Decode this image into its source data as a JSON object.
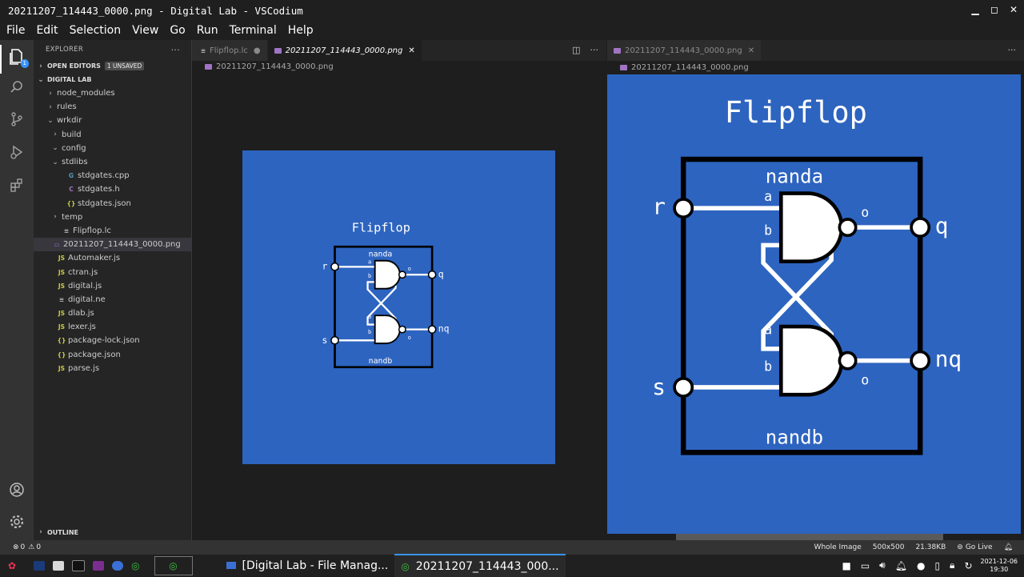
{
  "window": {
    "title": "20211207_114443_0000.png - Digital Lab - VSCodium"
  },
  "menu": [
    "File",
    "Edit",
    "Selection",
    "View",
    "Go",
    "Run",
    "Terminal",
    "Help"
  ],
  "activity": {
    "notification_count": "1"
  },
  "sidebar": {
    "header": "EXPLORER",
    "open_editors": "OPEN EDITORS",
    "unsaved_badge": "1 UNSAVED",
    "workspace": "DIGITAL LAB",
    "outline": "OUTLINE",
    "tree": [
      {
        "label": "node_modules",
        "indent": 1,
        "twisty": "›",
        "icon": "",
        "icon_color": ""
      },
      {
        "label": "rules",
        "indent": 1,
        "twisty": "›",
        "icon": "",
        "icon_color": ""
      },
      {
        "label": "wrkdir",
        "indent": 1,
        "twisty": "⌄",
        "icon": "",
        "icon_color": ""
      },
      {
        "label": "build",
        "indent": 2,
        "twisty": "›",
        "icon": "",
        "icon_color": ""
      },
      {
        "label": "config",
        "indent": 2,
        "twisty": "⌄",
        "icon": "",
        "icon_color": ""
      },
      {
        "label": "stdlibs",
        "indent": 2,
        "twisty": "⌄",
        "icon": "",
        "icon_color": ""
      },
      {
        "label": "stdgates.cpp",
        "indent": 3,
        "twisty": "",
        "icon": "G",
        "icon_color": "#519aba"
      },
      {
        "label": "stdgates.h",
        "indent": 3,
        "twisty": "",
        "icon": "C",
        "icon_color": "#a074c4"
      },
      {
        "label": "stdgates.json",
        "indent": 3,
        "twisty": "",
        "icon": "{}",
        "icon_color": "#cbcb41"
      },
      {
        "label": "temp",
        "indent": 2,
        "twisty": "›",
        "icon": "",
        "icon_color": ""
      },
      {
        "label": "Flipflop.lc",
        "indent": 2,
        "twisty": "",
        "icon": "≡",
        "icon_color": "#bbbbbb"
      },
      {
        "label": "20211207_114443_0000.png",
        "indent": 0,
        "twisty": "",
        "icon": "▭",
        "icon_color": "#a074c4",
        "selected": true
      },
      {
        "label": "Automaker.js",
        "indent": 1,
        "twisty": "",
        "icon": "JS",
        "icon_color": "#cbcb41"
      },
      {
        "label": "ctran.js",
        "indent": 1,
        "twisty": "",
        "icon": "JS",
        "icon_color": "#cbcb41"
      },
      {
        "label": "digital.js",
        "indent": 1,
        "twisty": "",
        "icon": "JS",
        "icon_color": "#cbcb41"
      },
      {
        "label": "digital.ne",
        "indent": 1,
        "twisty": "",
        "icon": "≡",
        "icon_color": "#bbbbbb"
      },
      {
        "label": "dlab.js",
        "indent": 1,
        "twisty": "",
        "icon": "JS",
        "icon_color": "#cbcb41"
      },
      {
        "label": "lexer.js",
        "indent": 1,
        "twisty": "",
        "icon": "JS",
        "icon_color": "#cbcb41"
      },
      {
        "label": "package-lock.json",
        "indent": 1,
        "twisty": "",
        "icon": "{}",
        "icon_color": "#cbcb41"
      },
      {
        "label": "package.json",
        "indent": 1,
        "twisty": "",
        "icon": "{}",
        "icon_color": "#cbcb41"
      },
      {
        "label": "parse.js",
        "indent": 1,
        "twisty": "",
        "icon": "JS",
        "icon_color": "#cbcb41"
      }
    ]
  },
  "editor_left": {
    "tabs": [
      {
        "label": "Flipflop.lc",
        "active": false,
        "close": "●"
      },
      {
        "label": "20211207_114443_0000.png",
        "active": true,
        "close": "✕"
      }
    ],
    "breadcrumb": "20211207_114443_0000.png"
  },
  "editor_right": {
    "tabs": [
      {
        "label": "20211207_114443_0000.png",
        "active": false,
        "close": "✕"
      }
    ],
    "breadcrumb": "20211207_114443_0000.png"
  },
  "diagram": {
    "title": "Flipflop",
    "gate_top": "nanda",
    "gate_bottom": "nandb",
    "input_r": "r",
    "input_s": "s",
    "output_q": "q",
    "output_nq": "nq",
    "pin_a": "a",
    "pin_b": "b",
    "pin_o": "o",
    "colors": {
      "background": "#2d64c0",
      "lines": "#ffffff",
      "frame": "#000000"
    }
  },
  "statusbar": {
    "errors": "0",
    "warnings": "0",
    "view_mode": "Whole Image",
    "dimensions": "500x500",
    "file_size": "21.38KB",
    "go_live": "Go Live"
  },
  "taskbar": {
    "task1": "[Digital Lab - File Manag...",
    "task2": "20211207_114443_000...",
    "date": "2021-12-06",
    "time": "19:30"
  }
}
